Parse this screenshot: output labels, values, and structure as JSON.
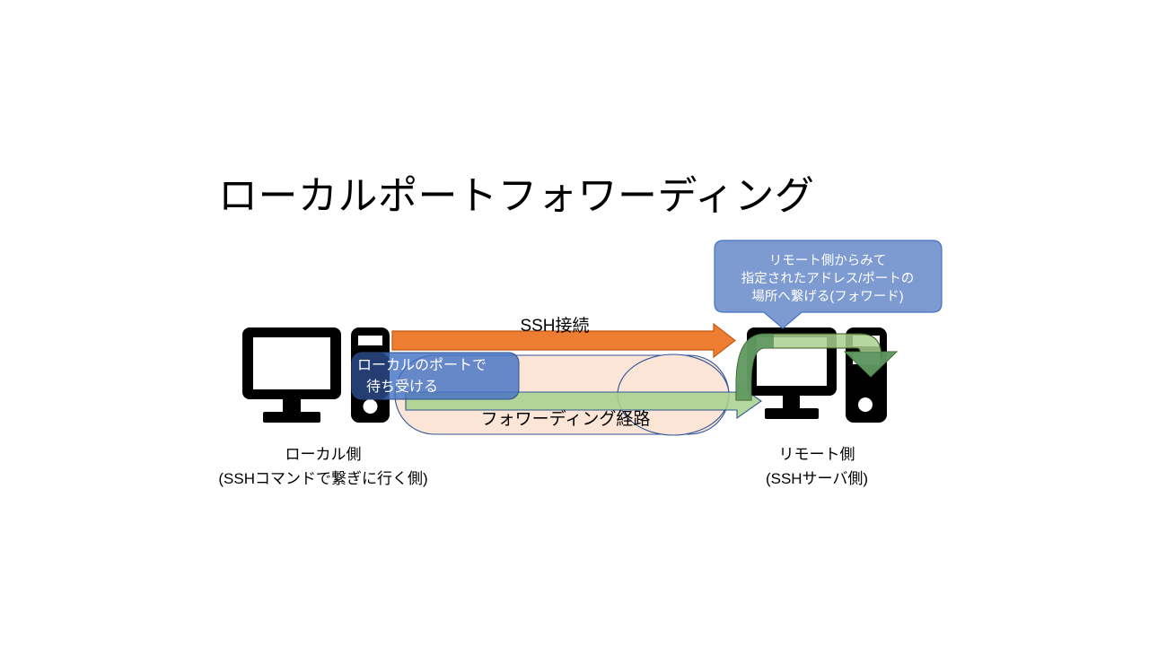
{
  "slide": {
    "title": "ローカルポートフォワーディング",
    "background": "#FFFFFF"
  },
  "colors": {
    "orange_arrow": "#ED7D31",
    "orange_arrow_border": "#C55A11",
    "green_arrow": "#A9D18E",
    "green_arrow_border": "#2E75B6",
    "green_elbow": "#A9D18E",
    "green_elbow_border": "#375623",
    "callout_fill": "#7E9BD1",
    "callout_border": "#4472C4",
    "note_fill": "#4472C4",
    "note_border": "#2F528F",
    "ellipse_fill": "#FBE5D6",
    "ellipse_border": "#2F5597",
    "device_black": "#000000",
    "tower_overlay_blue": "#2E4E87"
  },
  "arrows": {
    "ssh": {
      "label": "SSH接続",
      "name": "ssh-connection-arrow",
      "direction": "left-to-right"
    },
    "forwarding": {
      "label": "フォワーディング経路",
      "name": "forwarding-path-arrow",
      "direction": "left-to-right"
    },
    "remote_elbow": {
      "name": "remote-forward-elbow-arrow",
      "direction": "up-right-down"
    }
  },
  "callout": {
    "name": "remote-forward-callout",
    "lines": [
      "リモート側からみて",
      "指定されたアドレス/ポートの",
      "場所へ繋げる(フォワード)"
    ]
  },
  "note": {
    "name": "local-listen-note",
    "lines": [
      "ローカルのポートで",
      "待ち受ける"
    ]
  },
  "nodes": {
    "local": {
      "caption_line1": "ローカル側",
      "caption_line2": "(SSHコマンドで繋ぎに行く側)",
      "monitor_icon": "monitor-icon",
      "tower_icon": "desktop-tower-icon"
    },
    "remote": {
      "caption_line1": "リモート側",
      "caption_line2": "(SSHサーバ側)",
      "monitor_icon": "monitor-icon",
      "tower_icon": "desktop-tower-icon"
    }
  }
}
